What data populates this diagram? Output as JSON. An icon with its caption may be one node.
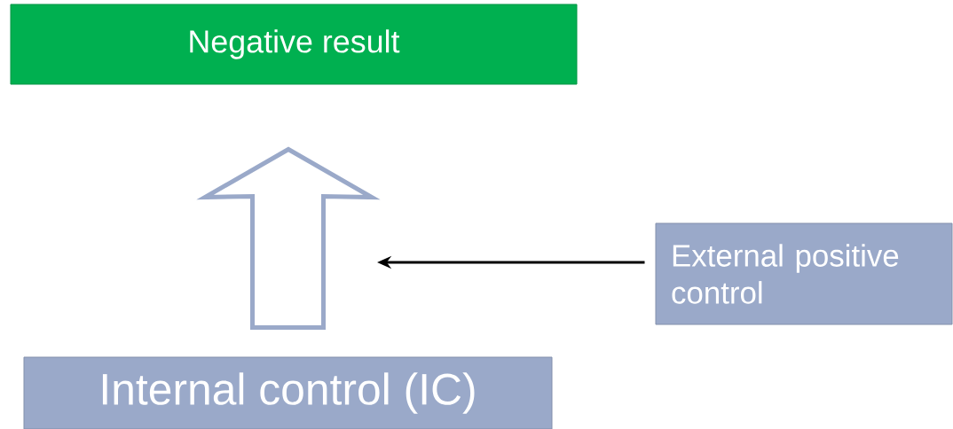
{
  "diagram": {
    "nodes": [
      {
        "text": [
          "Negative result"
        ]
      },
      {
        "text": [
          "Internal control (IC)"
        ]
      },
      {
        "text": [
          "External positive control"
        ]
      }
    ],
    "edges": [
      {
        "from": 1,
        "to": 0,
        "arrow": "to",
        "style": "thick",
        "color": "#9aa9c9"
      },
      {
        "from": 2,
        "to": null,
        "arrow": "to"
      }
    ]
  }
}
